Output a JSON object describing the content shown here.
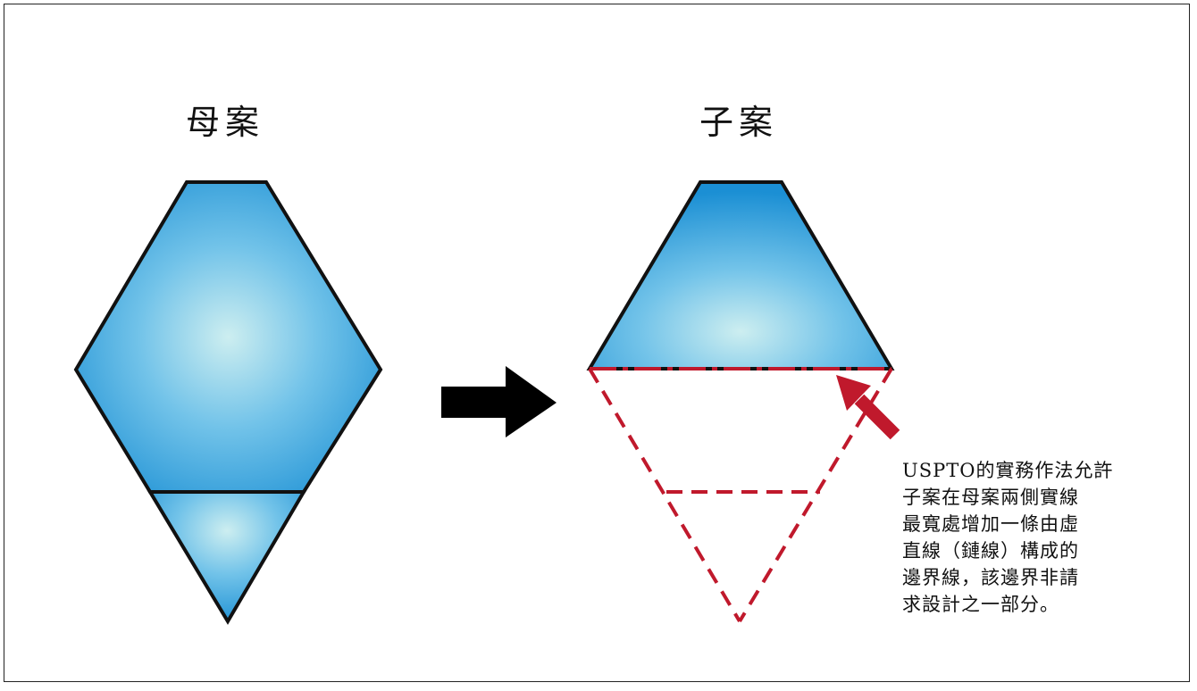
{
  "parent_design": {
    "title": "母案"
  },
  "child_design": {
    "title": "子案"
  },
  "annotation": {
    "lines": [
      "USPTO的實務作法允許",
      "子案在母案兩側實線",
      "最寬處增加一條由虛",
      "直線（鏈線）構成的",
      "邊界線，該邊界非請",
      "求設計之一部分。"
    ]
  },
  "colors": {
    "shape_fill_center": "#c8ecf0",
    "shape_fill_mid": "#6ec1e8",
    "shape_fill_edge": "#1f93d6",
    "outline": "#111111",
    "boundary_line": "#c0192c",
    "arrow_black": "#000000",
    "pointer_arrow": "#c0192c"
  }
}
